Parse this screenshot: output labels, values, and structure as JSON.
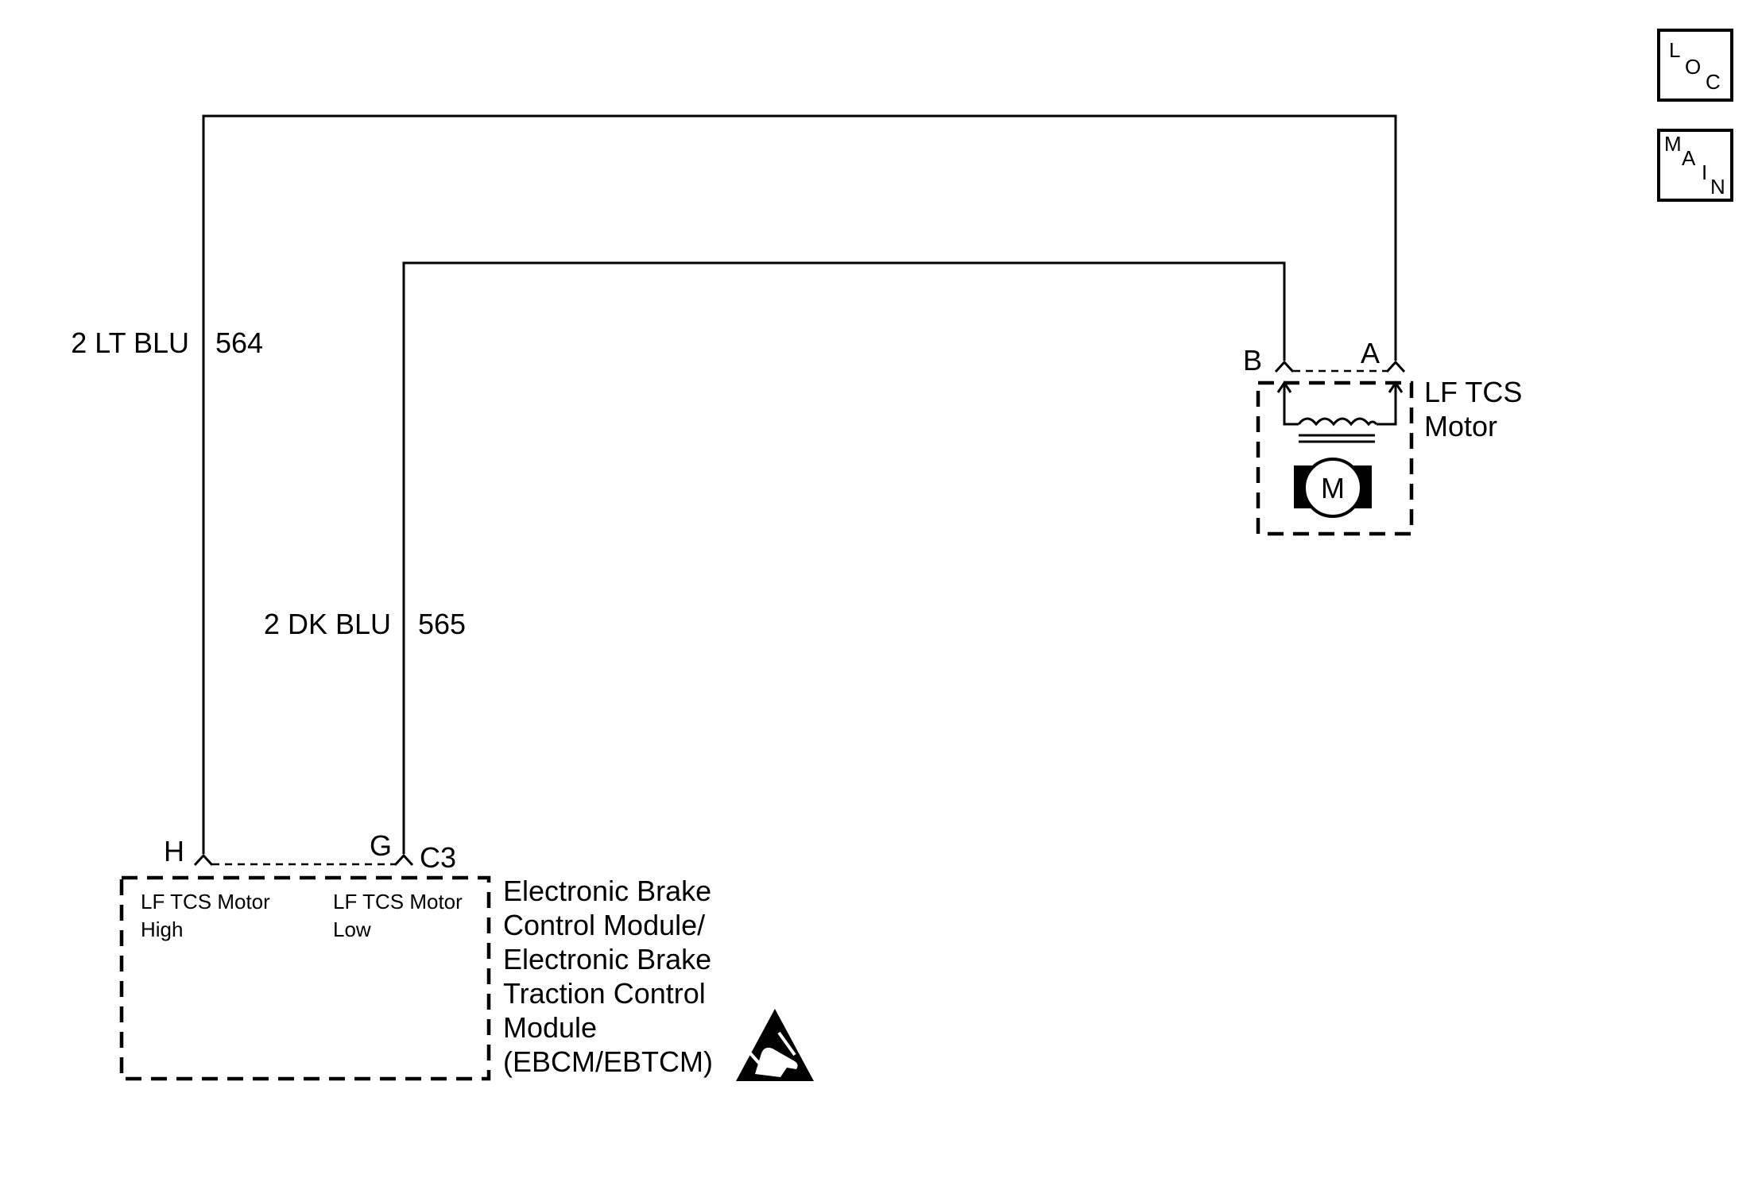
{
  "nav_buttons": {
    "loc": [
      "L",
      "O",
      "C"
    ],
    "main": [
      "M",
      "A",
      "I",
      "N"
    ]
  },
  "wires": [
    {
      "color_label": "2 LT BLU",
      "circuit": "564"
    },
    {
      "color_label": "2 DK BLU",
      "circuit": "565"
    }
  ],
  "motor": {
    "label_line1": "LF TCS",
    "label_line2": "Motor",
    "pin_b": "B",
    "pin_a": "A",
    "symbol": "M"
  },
  "module": {
    "pin_h": "H",
    "pin_g": "G",
    "connector": "C3",
    "terminal_h_line1": "LF TCS Motor",
    "terminal_h_line2": "High",
    "terminal_g_line1": "LF TCS Motor",
    "terminal_g_line2": "Low",
    "name_lines": [
      "Electronic Brake",
      "Control Module/",
      "Electronic Brake",
      "Traction Control",
      "Module",
      "(EBCM/EBTCM)"
    ],
    "esd_icon": "esd-warning-icon"
  }
}
